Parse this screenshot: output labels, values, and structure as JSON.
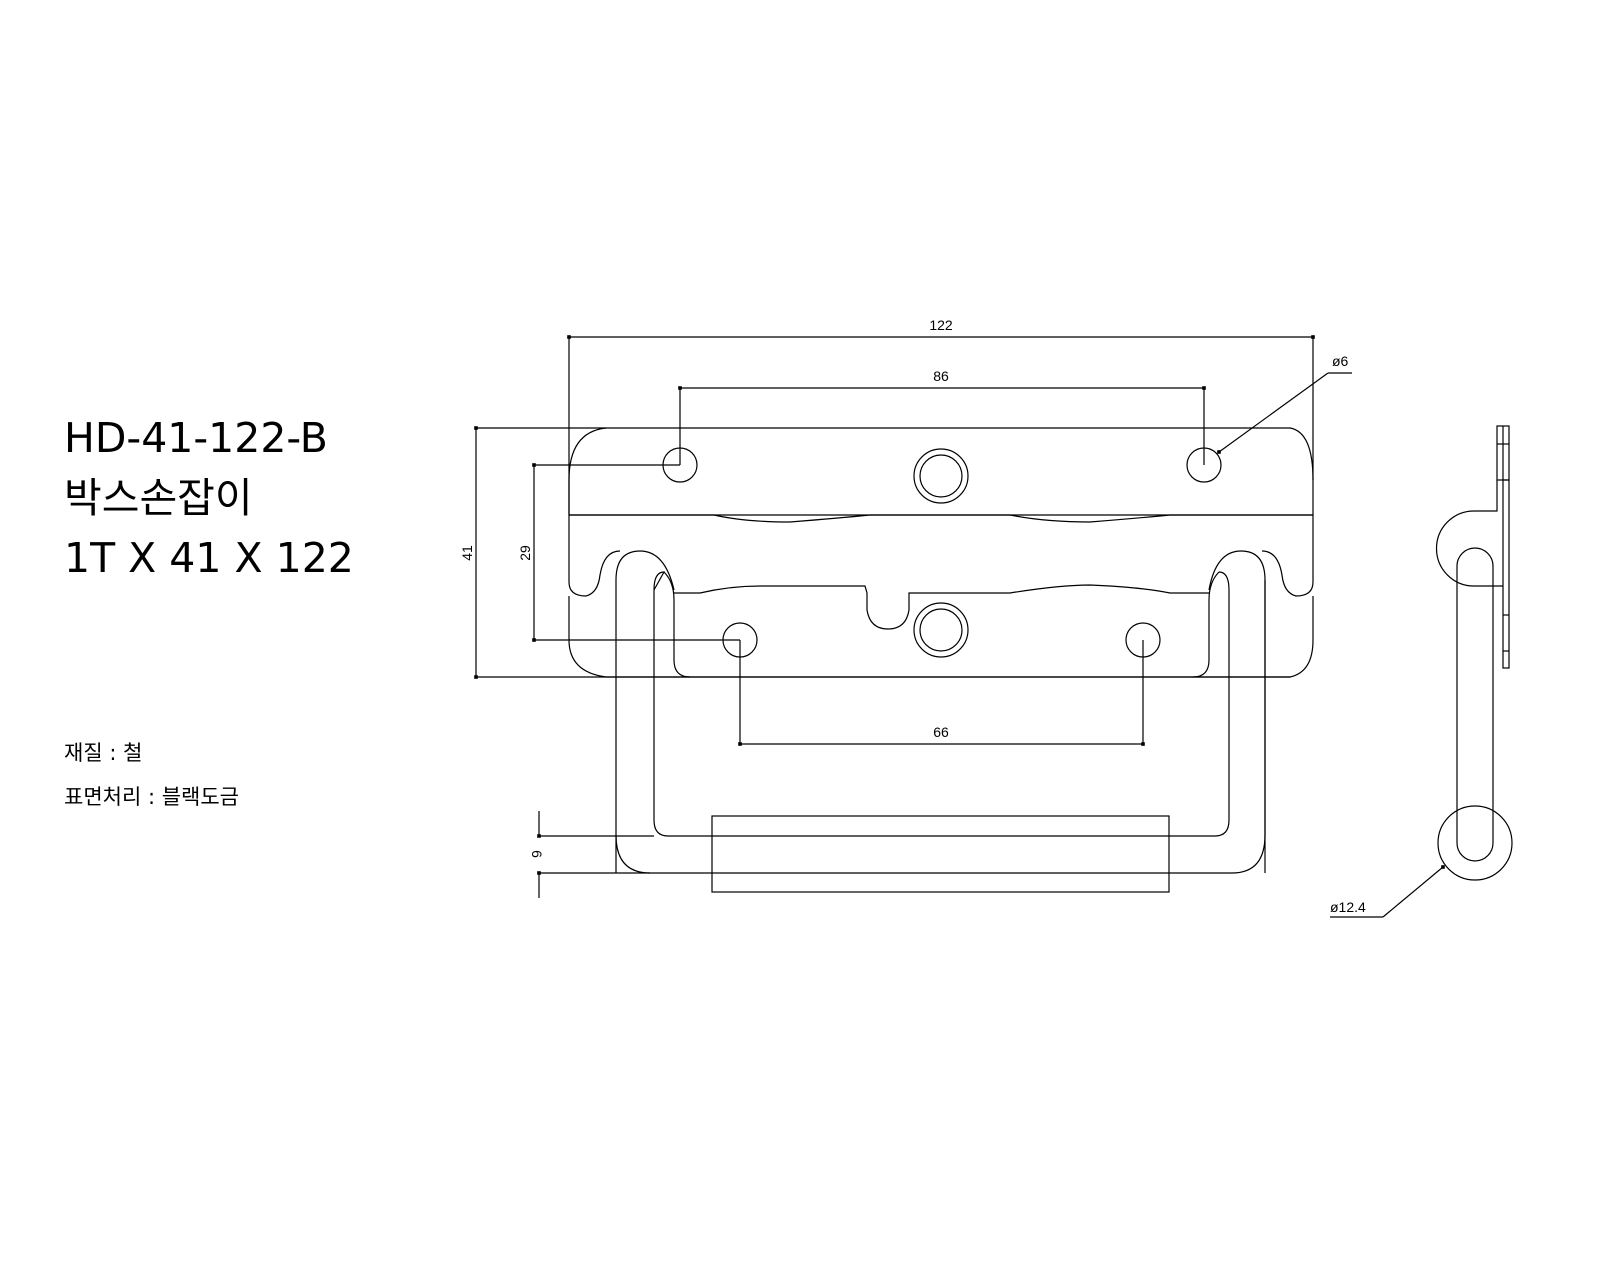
{
  "product": {
    "code": "HD-41-122-B",
    "name": "박스손잡이",
    "size": "1T X 41 X 122"
  },
  "specs": {
    "material": "재질 : 철",
    "finish": "표면처리 : 블랙도금"
  },
  "dimensions": {
    "overall_width": "122",
    "top_hole_spacing": "86",
    "bottom_hole_spacing": "66",
    "height": "41",
    "hole_vertical_spacing": "29",
    "handle_thickness": "6",
    "hole_diameter": "ø6",
    "loop_diameter": "ø12.4"
  }
}
